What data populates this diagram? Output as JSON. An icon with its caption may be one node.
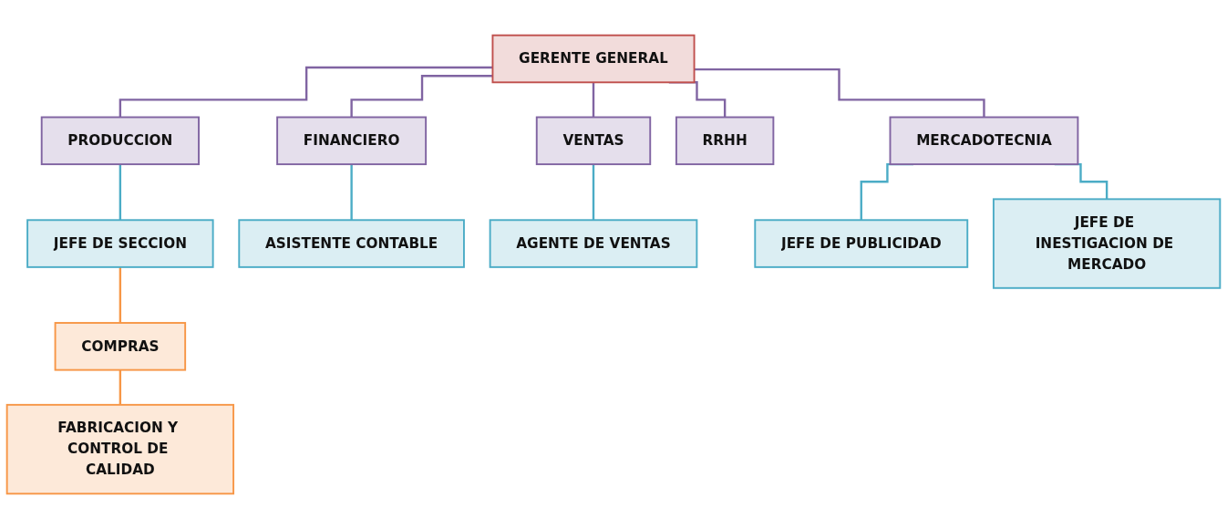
{
  "diagram": {
    "nodes": [
      {
        "text": [
          "GERENTE GENERAL"
        ]
      },
      {
        "text": [
          "PRODUCCION"
        ]
      },
      {
        "text": [
          "FINANCIERO"
        ]
      },
      {
        "text": [
          "VENTAS"
        ]
      },
      {
        "text": [
          "RRHH"
        ]
      },
      {
        "text": [
          "MERCADOTECNIA"
        ]
      },
      {
        "text": [
          "JEFE DE SECCION"
        ]
      },
      {
        "text": [
          "ASISTENTE CONTABLE"
        ]
      },
      {
        "text": [
          "AGENTE DE VENTAS"
        ]
      },
      {
        "text": [
          "JEFE DE PUBLICIDAD"
        ]
      },
      {
        "text": [
          "JEFE DE INESTIGACION DE MERCADO"
        ]
      },
      {
        "text": [
          "COMPRAS"
        ]
      },
      {
        "text": [
          "FABRICACION Y CONTROL DE CALIDAD"
        ]
      }
    ],
    "edges": [
      {
        "from": 0,
        "to": 1,
        "arrow": "none",
        "color": "#8064a2"
      },
      {
        "from": 0,
        "to": 2,
        "arrow": "none",
        "color": "#8064a2"
      },
      {
        "from": 0,
        "to": 3,
        "arrow": "none",
        "color": "#8064a2"
      },
      {
        "from": 0,
        "to": 4,
        "arrow": "none",
        "color": "#8064a2"
      },
      {
        "from": 0,
        "to": 5,
        "arrow": "none",
        "color": "#8064a2"
      },
      {
        "from": 1,
        "to": 6,
        "arrow": "none",
        "color": "#4bacc6"
      },
      {
        "from": 2,
        "to": 7,
        "arrow": "none",
        "color": "#4bacc6"
      },
      {
        "from": 3,
        "to": 8,
        "arrow": "none",
        "color": "#4bacc6"
      },
      {
        "from": 5,
        "to": 9,
        "arrow": "none",
        "color": "#4bacc6"
      },
      {
        "from": 5,
        "to": 10,
        "arrow": "none",
        "color": "#4bacc6"
      },
      {
        "from": 6,
        "to": 11,
        "arrow": "none",
        "color": "#f79646"
      },
      {
        "from": 11,
        "to": 12,
        "arrow": "none",
        "color": "#f79646"
      }
    ]
  }
}
